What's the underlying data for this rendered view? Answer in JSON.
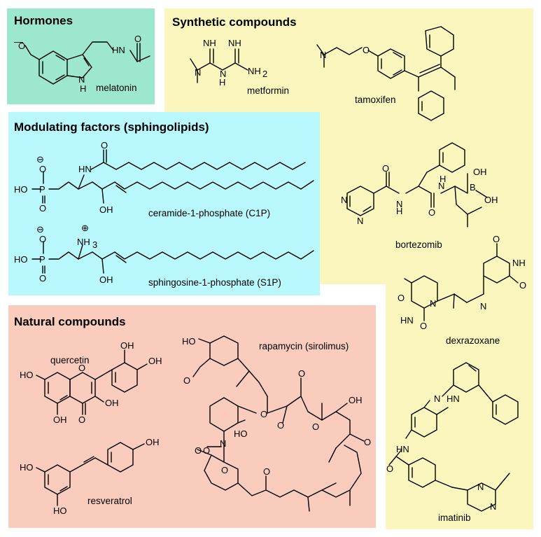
{
  "panels": {
    "hormones": {
      "title": "Hormones",
      "compounds": [
        "melatonin"
      ]
    },
    "synthetic": {
      "title": "Synthetic compounds",
      "compounds": [
        "metformin",
        "tamoxifen",
        "bortezomib",
        "dexrazoxane",
        "imatinib"
      ]
    },
    "modulating": {
      "title": "Modulating factors (sphingolipids)",
      "compounds": [
        "ceramide-1-phosphate (C1P)",
        "sphingosine-1-phosphate (S1P)"
      ]
    },
    "natural": {
      "title": "Natural compounds",
      "compounds": [
        "quercetin",
        "rapamycin (sirolimus)",
        "resveratrol"
      ]
    }
  },
  "atoms": {
    "O": "O",
    "N": "N",
    "NH": "NH",
    "HN": "HN",
    "H": "H",
    "B": "B",
    "P": "P",
    "OH": "OH",
    "HO": "HO",
    "NH2": "NH",
    "NH3": "NH",
    "sub2": "2",
    "sub3": "3",
    "plus": "⊕",
    "minus": "⊖"
  },
  "colors": {
    "hormones": "#9ee7cf",
    "synthetic": "#fbf6bd",
    "modulating": "#b9f8fd",
    "natural": "#f9ccbd"
  }
}
